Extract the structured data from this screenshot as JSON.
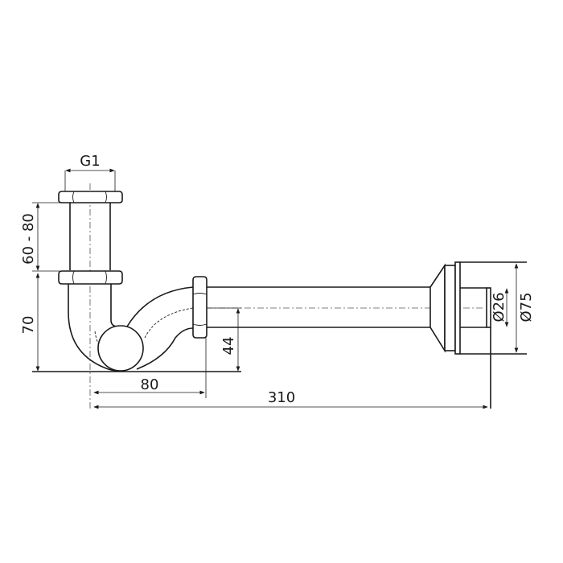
{
  "drawing": {
    "dimensions": {
      "thread": "G1",
      "adjustable_height": "60 - 80",
      "height": "70",
      "outlet_height": "44",
      "offset": "80",
      "length": "310",
      "inner_diameter": "Ø26",
      "outer_diameter": "Ø75"
    },
    "colors": {
      "line": "#1a1a1a",
      "background": "#ffffff"
    }
  }
}
